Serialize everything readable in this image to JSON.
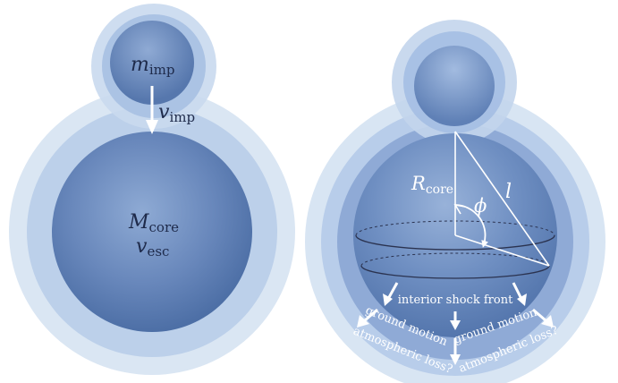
{
  "left_diagram": {
    "impactor_mass": {
      "symbol": "m",
      "subscript": "imp"
    },
    "impactor_velocity": {
      "symbol": "v",
      "subscript": "imp"
    },
    "core_mass": {
      "symbol": "M",
      "subscript": "core"
    },
    "escape_velocity": {
      "symbol": "v",
      "subscript": "esc"
    }
  },
  "right_diagram": {
    "core_radius": {
      "symbol": "R",
      "subscript": "core"
    },
    "angle": {
      "symbol": "ϕ"
    },
    "distance": {
      "symbol": "l"
    },
    "shock_label": "interior shock front",
    "ground_motion_left": "ground motion",
    "ground_motion_right": "ground motion",
    "atmospheric_loss_left": "atmospheric loss?",
    "atmospheric_loss_right": "atmospheric loss?"
  },
  "colors": {
    "atmosphere_outer": "#d7e4f2",
    "atmosphere_mid": "#a9c2e0",
    "core": "#5e81b6",
    "arrows": "#ffffff"
  }
}
